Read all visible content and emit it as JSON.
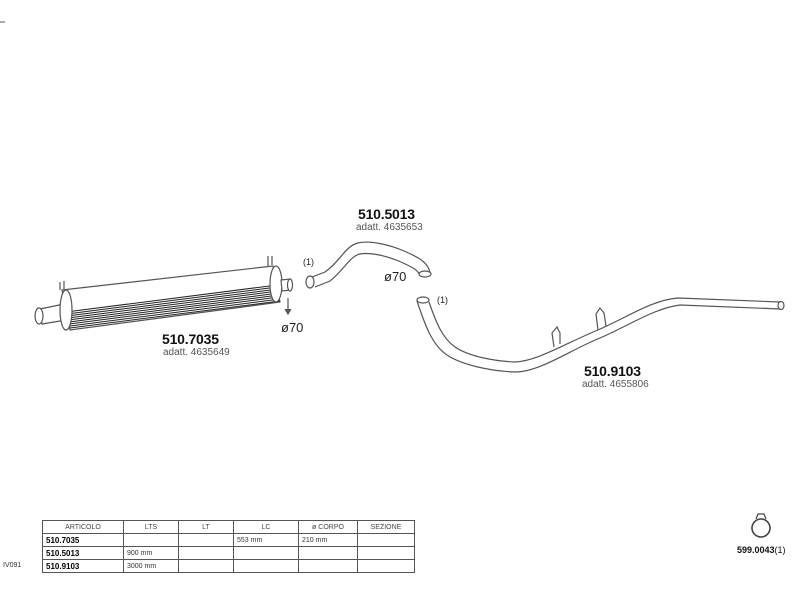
{
  "parts": {
    "muffler": {
      "code": "510.7035",
      "adatt": "adatt. 4635649",
      "diameter": "ø70"
    },
    "bend_pipe": {
      "code": "510.5013",
      "adatt": "adatt. 4635653",
      "diameter": "ø70",
      "note": "(1)"
    },
    "tail_pipe": {
      "code": "510.9103",
      "adatt": "adatt. 4655806",
      "note": "(1)"
    },
    "clamp": {
      "code": "599.0043",
      "qty": "(1)"
    }
  },
  "table": {
    "side_code": "IV091",
    "headers": [
      "ARTICOLO",
      "LTS",
      "LT",
      "LC",
      "ø CORPO",
      "SEZIONE"
    ],
    "rows": [
      [
        "510.7035",
        "",
        "",
        "553 mm",
        "210 mm",
        ""
      ],
      [
        "510.5013",
        "900 mm",
        "",
        "",
        "",
        ""
      ],
      [
        "510.9103",
        "3000 mm",
        "",
        "",
        "",
        ""
      ]
    ]
  },
  "colors": {
    "line": "#555555",
    "stripe": "#222222"
  }
}
